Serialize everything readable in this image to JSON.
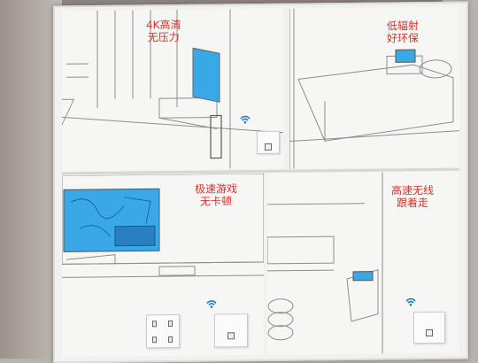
{
  "scenes": [
    {
      "id": "living-room",
      "caption_line1": "4K高清",
      "caption_line2": "无压力"
    },
    {
      "id": "bedroom",
      "caption_line1": "低辐射",
      "caption_line2": "好环保"
    },
    {
      "id": "gaming",
      "caption_line1": "极速游戏",
      "caption_line2": "无卡顿"
    },
    {
      "id": "bathroom",
      "caption_line1": "高速无线",
      "caption_line2": "跟着走"
    }
  ],
  "colors": {
    "caption_red": "#d2322d",
    "wifi_blue": "#1e7fd0",
    "screen_blue": "#3aa8e6"
  },
  "icons": [
    "wifi-icon",
    "ethernet-port-icon",
    "tv-screen",
    "tablet",
    "monitor"
  ]
}
